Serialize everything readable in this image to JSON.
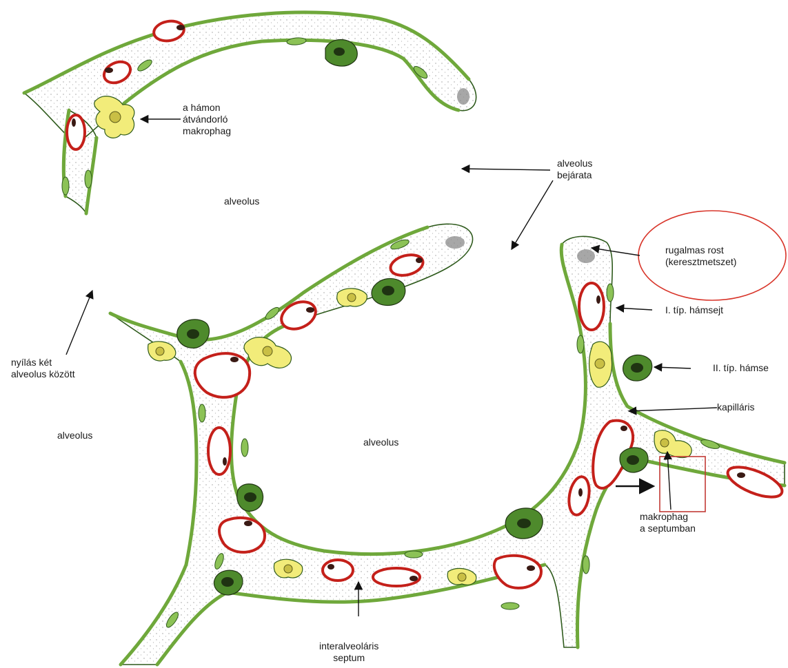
{
  "colors": {
    "septum_fill": "#f9f8f4",
    "epithelium_green": "#6fa83b",
    "epithelium_dark": "#2e5a1c",
    "capillary_red": "#c4201a",
    "macrophage_yellow": "#f2ec7a",
    "nucleus_dark": "#1f3312",
    "elastic_fiber": "#8a8a8a",
    "annotation_red": "#d8352a",
    "arrow": "#111111"
  },
  "icons": [
    "alveolar-septum",
    "capillary",
    "type-one-cell",
    "type-two-cell",
    "macrophage",
    "elastic-fiber",
    "arrow"
  ],
  "labels": {
    "macrophage_migrating": [
      "a hámon",
      "átvándorló",
      "makrophag"
    ],
    "alveolus_top": "alveolus",
    "alveolus_left": "alveolus",
    "alveolus_center": "alveolus",
    "alveolus_entrance": [
      "alveolus",
      "bejárata"
    ],
    "opening_between": [
      "nyílás két",
      "alveolus között"
    ],
    "elastic_fiber": [
      "rugalmas rost",
      "(keresztmetszet)"
    ],
    "type_one": "I. típ. hámsejt",
    "type_two": "II. típ. hámse",
    "capillary": "kapilláris",
    "septum_macrophage": [
      "makrophag",
      "a septumban"
    ],
    "interalveolar_septum": [
      "interalveoláris",
      "septum"
    ]
  }
}
